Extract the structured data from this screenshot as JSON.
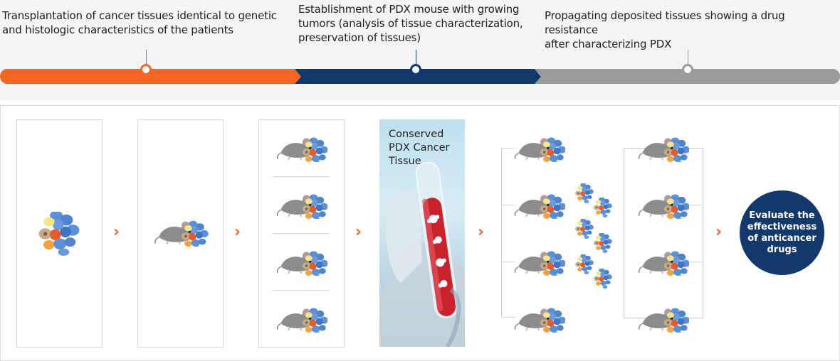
{
  "steps": [
    {
      "text": "Transplantation of cancer tissues identical to genetic\nand histologic characteristics of the patients",
      "color": "#f26522"
    },
    {
      "text": "Establishment of PDX mouse with growing\ntumors (analysis of tissue characterization,\npreservation of tissues)",
      "color": "#13386b"
    },
    {
      "text": "Propagating deposited tissues showing a drug resistance\nafter characterizing PDX",
      "color": "#9b9b9b"
    }
  ],
  "tube_label": "Conserved\nPDX Cancer\nTissue",
  "result_label": "Evaluate the\neffectiveness\nof anticancer\ndrugs",
  "icons": {
    "arrow": "chevron-right-icon",
    "mouse": "mouse-with-tumor-icon",
    "tissue": "cancer-tissue-icon",
    "tube": "test-tube-icon"
  },
  "colors": {
    "orange": "#f26522",
    "navy": "#13386b",
    "gray": "#9b9b9b",
    "cell_blue": "#5b8fd6"
  }
}
